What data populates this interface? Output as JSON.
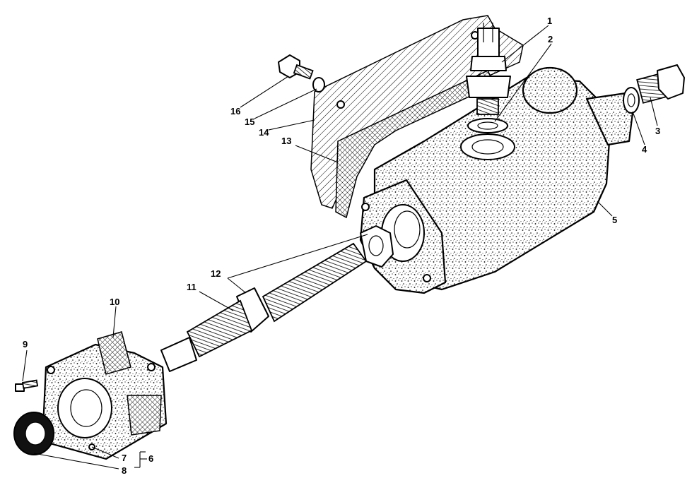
{
  "diagram": {
    "callouts": [
      {
        "id": "c1",
        "text": "1"
      },
      {
        "id": "c2",
        "text": "2"
      },
      {
        "id": "c3",
        "text": "3"
      },
      {
        "id": "c4",
        "text": "4"
      },
      {
        "id": "c5",
        "text": "5"
      },
      {
        "id": "c6",
        "text": "6"
      },
      {
        "id": "c7",
        "text": "7"
      },
      {
        "id": "c8",
        "text": "8"
      },
      {
        "id": "c9",
        "text": "9"
      },
      {
        "id": "c10",
        "text": "10"
      },
      {
        "id": "c11",
        "text": "11"
      },
      {
        "id": "c12",
        "text": "12"
      },
      {
        "id": "c13",
        "text": "13"
      },
      {
        "id": "c14",
        "text": "14"
      },
      {
        "id": "c15",
        "text": "15"
      },
      {
        "id": "c16",
        "text": "16"
      }
    ],
    "colors": {
      "ink": "#000000",
      "paper": "#ffffff"
    }
  }
}
